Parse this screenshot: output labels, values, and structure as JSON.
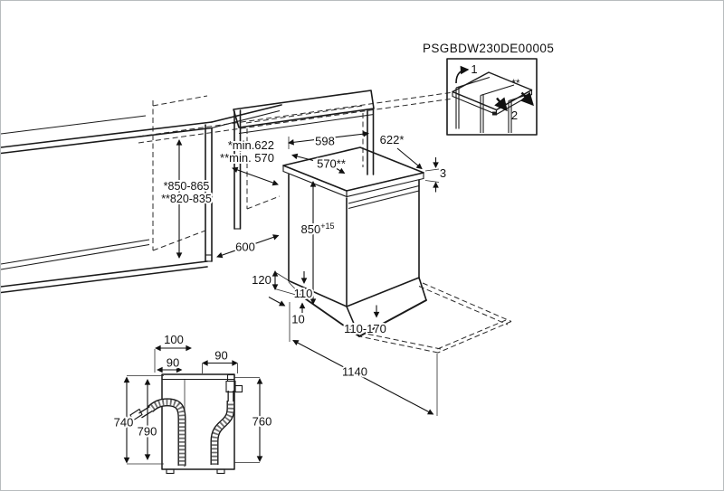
{
  "meta": {
    "drawing_code": "PSGBDW230DE00005"
  },
  "colors": {
    "line": "#1a1a1a",
    "worktop_gray": "#c9ced3",
    "background": "#ffffff",
    "border": "#b8bcbe"
  },
  "inset": {
    "arrow1_label": "1",
    "arrow2_label": "2",
    "note_marker": "**"
  },
  "main_view": {
    "cabinet_height": {
      "line1": "*850-865",
      "line2": "**820-835"
    },
    "niche_depth": {
      "line1": "*min.622",
      "line2": "**min. 570"
    },
    "niche_width": "598",
    "depth_with_worktop": "622*",
    "depth_without_worktop": "570**",
    "worktop_thickness": "3",
    "cabinet_depth": "600",
    "appliance_height": {
      "base": "850",
      "tolerance": "+15"
    },
    "plinth_recess_height": "120",
    "plinth_height": "110",
    "plinth_depth": "10",
    "feet_adjustment": "110-170",
    "open_door_clearance": "1140"
  },
  "rear_view": {
    "drain_offset": "100",
    "offset_left": "90",
    "offset_right": "90",
    "hose_left_length": "740",
    "hose_middle_length": "790",
    "hose_right_length": "760"
  }
}
